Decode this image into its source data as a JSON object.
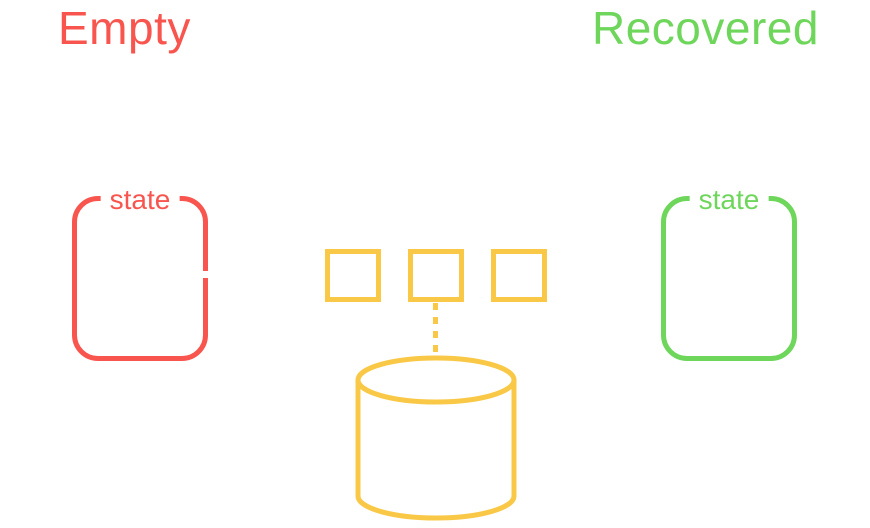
{
  "header": {
    "left_title": "Empty",
    "right_title": "Recovered"
  },
  "state_boxes": {
    "left": {
      "label": "state",
      "color": "#f8554e"
    },
    "right": {
      "label": "state",
      "color": "#6fd65c"
    }
  },
  "storage": {
    "square_count": 3,
    "icon": "database-cylinder",
    "color": "#f9c847"
  },
  "colors": {
    "red": "#f8554e",
    "green": "#6fd65c",
    "yellow": "#f9c847",
    "background": "#ffffff"
  }
}
